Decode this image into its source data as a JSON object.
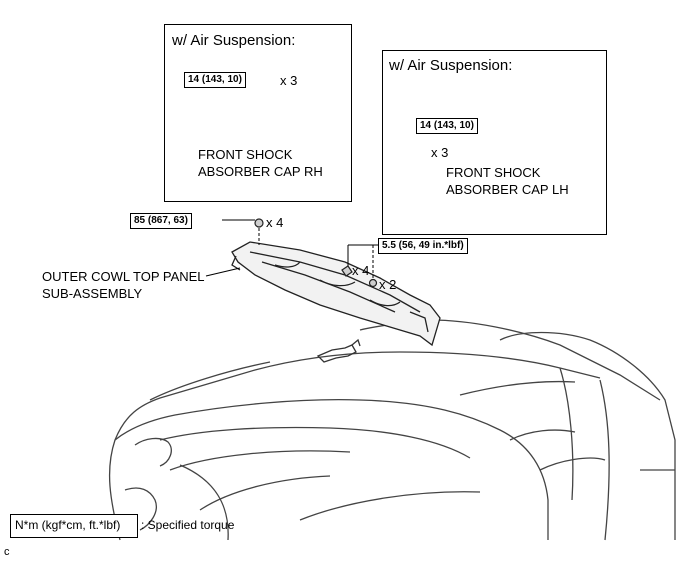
{
  "panels": {
    "rh": {
      "title": "w/ Air Suspension:",
      "torque": "14 (143, 10)",
      "qty": "x 3",
      "part_line1": "FRONT SHOCK",
      "part_line2": "ABSORBER CAP RH"
    },
    "lh": {
      "title": "w/ Air Suspension:",
      "torque": "14 (143, 10)",
      "qty": "x 3",
      "part_line1": "FRONT SHOCK",
      "part_line2": "ABSORBER CAP LH"
    }
  },
  "main": {
    "torque_nut": "85 (867, 63)",
    "qty_nut": "x 4",
    "torque_bolt": "5.5 (56, 49 in.*lbf)",
    "qty_bolt": "x 4",
    "qty_clip": "x 2",
    "part_line1": "OUTER COWL TOP PANEL",
    "part_line2": "SUB-ASSEMBLY"
  },
  "legend": {
    "unit_box": "N*m (kgf*cm, ft.*lbf)",
    "description": ": Specified torque"
  },
  "corner_mark": "c"
}
